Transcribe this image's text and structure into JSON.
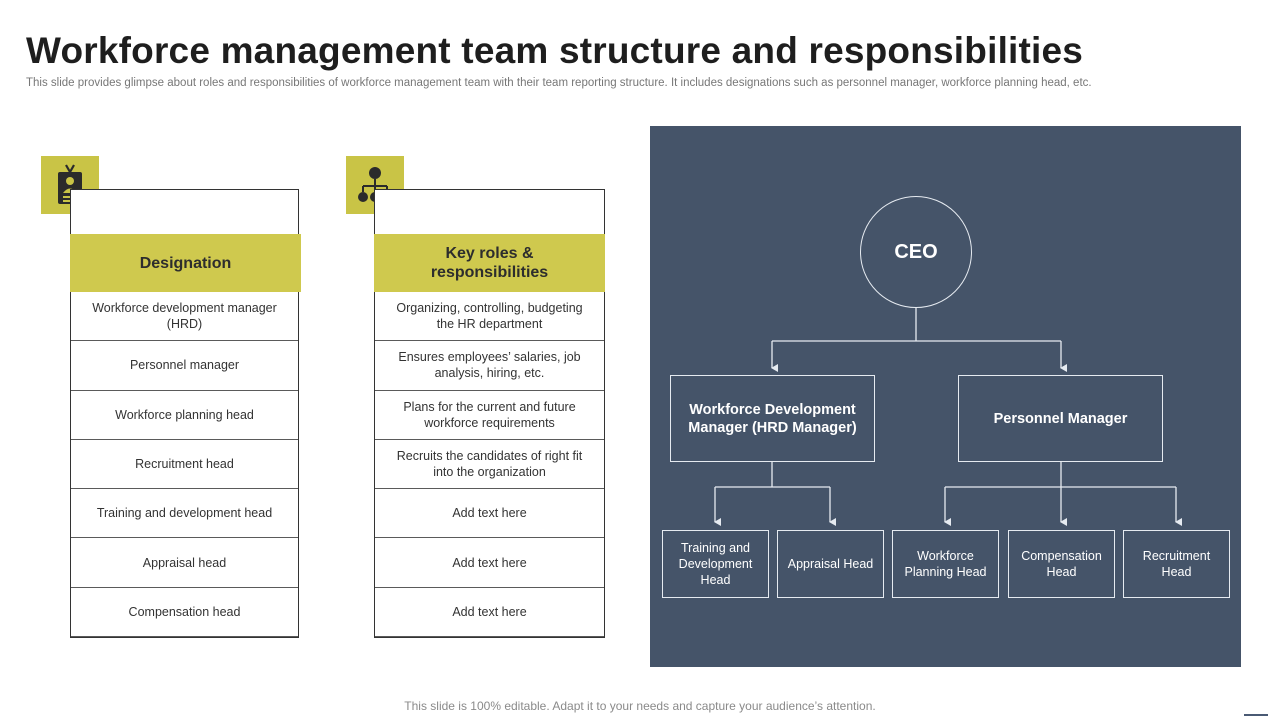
{
  "title": "Workforce management team structure and responsibilities",
  "subtitle": "This slide provides glimpse about roles and responsibilities of workforce management team with their team reporting structure. It includes designations such as personnel manager, workforce planning head, etc.",
  "footer": "This slide is 100% editable. Adapt it to your needs and capture your audience’s attention.",
  "colors": {
    "accent": "#cfc94e",
    "org_bg": "#455469",
    "line": "#e6ebf1"
  },
  "designation_table": {
    "icon": "id-badge-icon",
    "header": "Designation",
    "rows": [
      "Workforce development  manager (HRD)",
      "Personnel manager",
      "Workforce planning head",
      "Recruitment head",
      "Training  and development  head",
      "Appraisal head",
      "Compensation head"
    ]
  },
  "roles_table": {
    "icon": "hierarchy-icon",
    "header": "Key roles & responsibilities",
    "rows": [
      "Organizing, controlling, budgeting the HR department",
      "Ensures employees’ salaries, job analysis, hiring, etc.",
      "Plans for the current and future workforce requirements",
      "Recruits the candidates of right fit into the organization",
      "Add text here",
      "Add text here",
      "Add text here"
    ]
  },
  "org_chart": {
    "ceo": "CEO",
    "managers": [
      {
        "label": "Workforce Development Manager (HRD Manager)"
      },
      {
        "label": "Personnel Manager"
      }
    ],
    "heads": [
      "Training  and Development Head",
      "Appraisal Head",
      "Workforce Planning Head",
      "Compensation Head",
      "Recruitment Head"
    ]
  }
}
